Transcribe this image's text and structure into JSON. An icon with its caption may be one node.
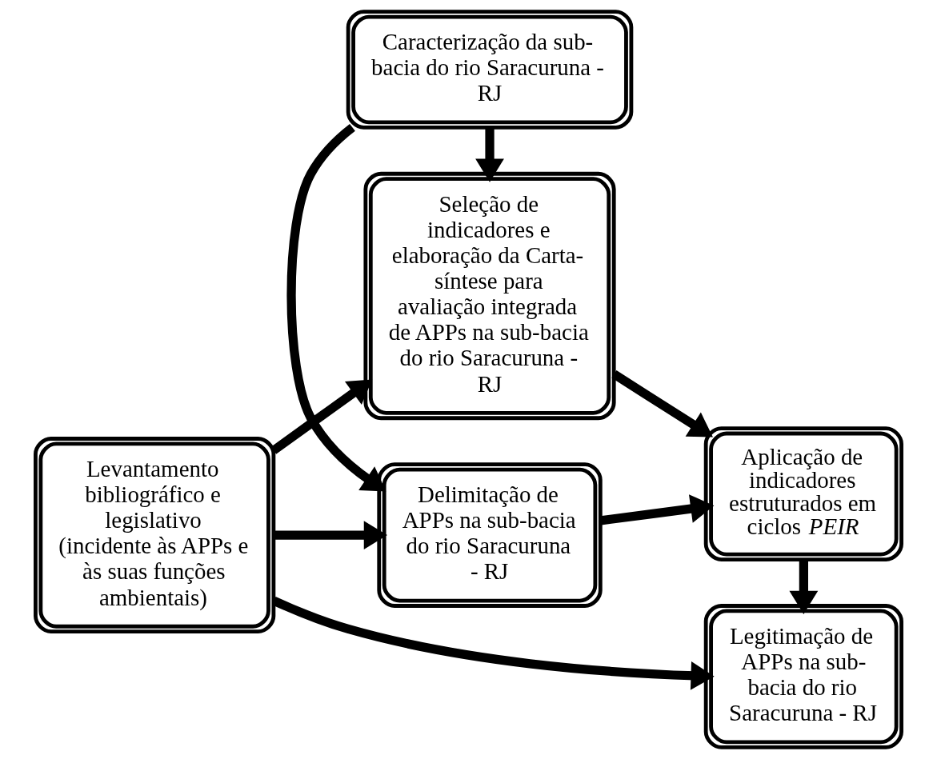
{
  "diagram": {
    "nodes": [
      {
        "text": [
          "Levantamento bibliográfico e legislativo (incidente às APPs e às suas funções ambientais)"
        ]
      },
      {
        "text": [
          "Delimitação de APPs na sub-bacia do rio Saracuruna - RJ"
        ]
      },
      {
        "text": [
          "Caracterização da sub-bacia do rio Saracuruna - RJ"
        ]
      },
      {
        "text": [
          "Seleção de indicadores e elaboração da Carta-síntese para avaliação integrada de APPs na sub-bacia do rio Saracuruna - RJ"
        ]
      },
      {
        "text": [
          "Aplicação de indicadores estruturados em ciclos *PEIR*"
        ]
      },
      {
        "text": [
          "Legitimação de APPs na sub-bacia do rio Saracuruna - RJ"
        ]
      }
    ],
    "edges": [
      {
        "from": 0,
        "to": 1,
        "arrow": "to"
      },
      {
        "from": 2,
        "to": 1,
        "arrow": "to"
      },
      {
        "from": 2,
        "to": 3,
        "arrow": "to"
      },
      {
        "from": 1,
        "to": 4,
        "arrow": "to"
      },
      {
        "from": 0,
        "to": 3,
        "arrow": "to"
      },
      {
        "from": 3,
        "to": 4,
        "arrow": "to"
      },
      {
        "from": 4,
        "to": 5,
        "arrow": "to"
      },
      {
        "from": 0,
        "to": 5,
        "arrow": "to"
      }
    ]
  }
}
